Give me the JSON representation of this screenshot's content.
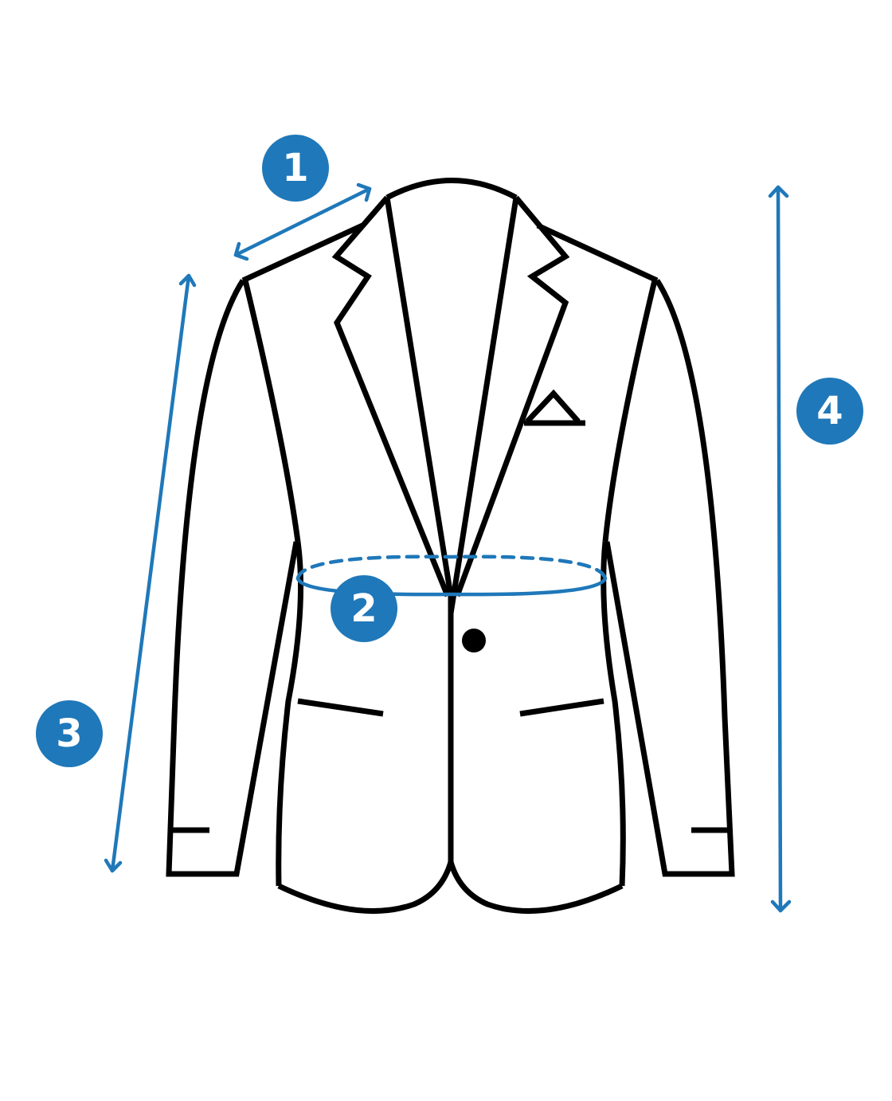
{
  "colors": {
    "accent": "#1f78b9",
    "outline": "#000000",
    "background": "#ffffff"
  },
  "badges": [
    {
      "label": "1",
      "meaning": "shoulder"
    },
    {
      "label": "2",
      "meaning": "waist"
    },
    {
      "label": "3",
      "meaning": "sleeve"
    },
    {
      "label": "4",
      "meaning": "length"
    }
  ]
}
